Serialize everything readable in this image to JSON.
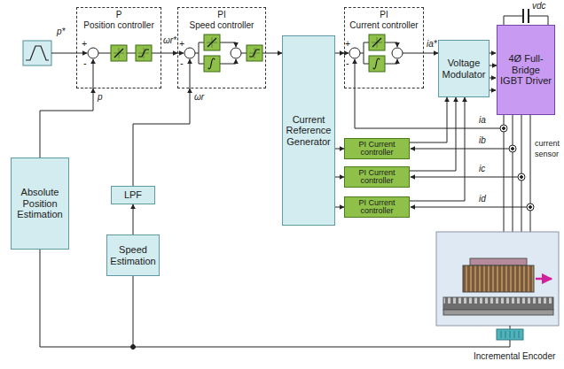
{
  "diagram": {
    "nodes": [
      {
        "text": [
          "P",
          "Position controller"
        ]
      },
      {
        "text": [
          "PI",
          "Speed controller"
        ]
      },
      {
        "text": [
          "Current Reference Generator"
        ]
      },
      {
        "text": [
          "PI",
          "Current controller"
        ]
      },
      {
        "text": [
          "Voltage Modulator"
        ]
      },
      {
        "text": [
          "4Ø Full-Bridge IGBT Driver"
        ]
      },
      {
        "text": [
          "PI Current controller"
        ]
      },
      {
        "text": [
          "PI Current controller"
        ]
      },
      {
        "text": [
          "PI Current controller"
        ]
      },
      {
        "text": [
          "Absolute Position Estimation"
        ]
      },
      {
        "text": [
          "LPF"
        ]
      },
      {
        "text": [
          "Speed Estimation"
        ]
      }
    ],
    "edges": [
      {
        "from": 0,
        "to": 1,
        "arrow": "to"
      },
      {
        "from": 1,
        "to": 2,
        "arrow": "to"
      },
      {
        "from": 2,
        "to": 3,
        "arrow": "to"
      },
      {
        "from": 3,
        "to": 4,
        "arrow": "to"
      },
      {
        "from": 4,
        "to": 5,
        "arrow": "to"
      },
      {
        "from": 2,
        "to": 6,
        "arrow": "to"
      },
      {
        "from": 2,
        "to": 7,
        "arrow": "to"
      },
      {
        "from": 2,
        "to": 8,
        "arrow": "to"
      },
      {
        "from": 6,
        "to": 4,
        "arrow": "to"
      },
      {
        "from": 7,
        "to": 4,
        "arrow": "to"
      },
      {
        "from": 8,
        "to": 4,
        "arrow": "to"
      },
      {
        "from": 9,
        "to": 0,
        "arrow": "to"
      },
      {
        "from": 11,
        "to": 10,
        "arrow": "to"
      },
      {
        "from": 10,
        "to": 1,
        "arrow": "to"
      }
    ],
    "labels": [
      "p*",
      "+",
      "-",
      "p",
      "ωr*",
      "+",
      "-",
      "ωr",
      "+",
      "-",
      "ia*",
      "vdc",
      "ia",
      "ib",
      "ic",
      "id",
      "current sensor",
      "Incremental Encoder"
    ]
  }
}
